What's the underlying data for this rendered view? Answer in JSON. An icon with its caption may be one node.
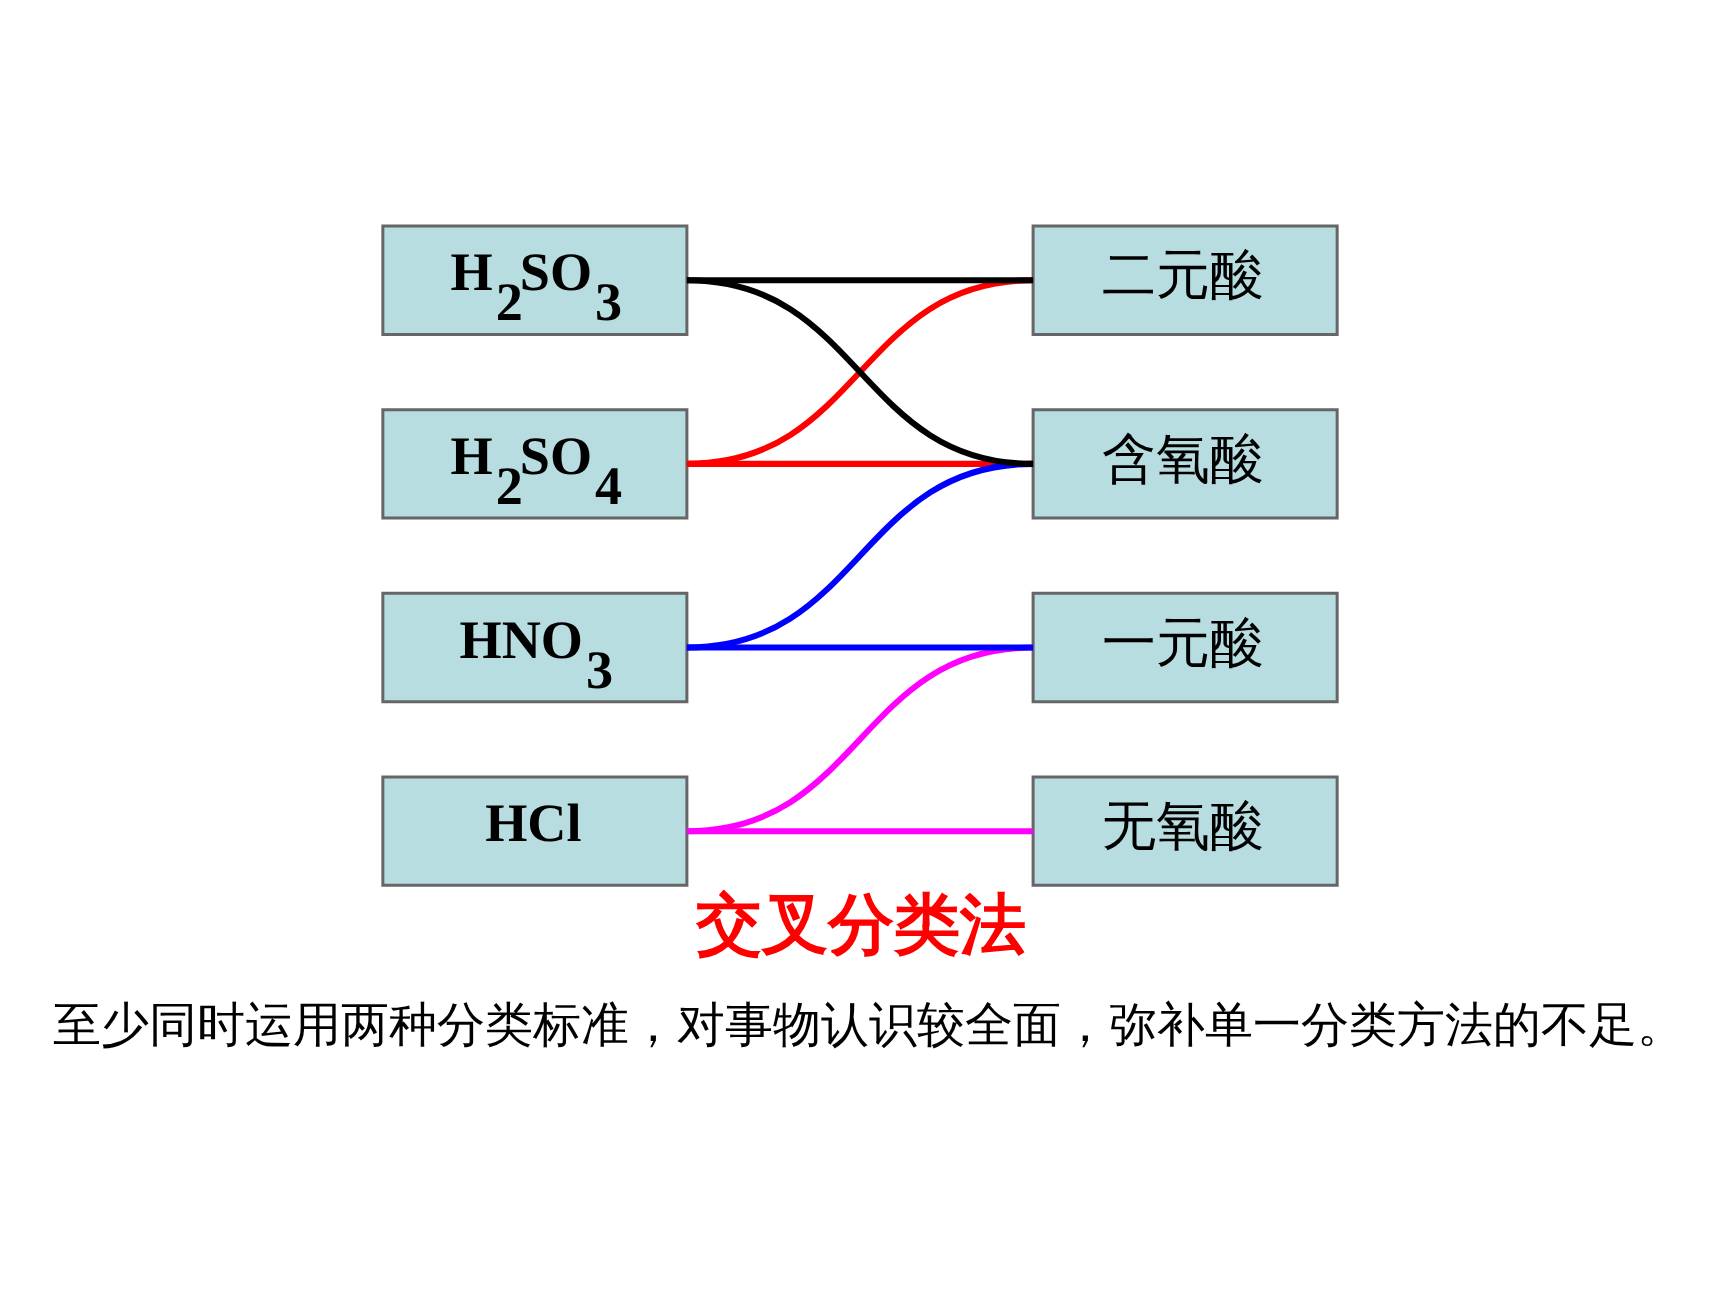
{
  "diagram": {
    "title": "交叉分类法",
    "caption": "至少同时运用两种分类标准，对事物认识较全面，弥补单一分类方法的不足。",
    "nodes": [
      {
        "text": [
          "H$_{2}$SO$_{4}$"
        ]
      },
      {
        "text": [
          "HCl"
        ]
      },
      {
        "text": [
          "HNO$_{3}$"
        ]
      },
      {
        "text": [
          "H$_{2}$SO$_{3}$"
        ]
      },
      {
        "text": [
          "含氧酸"
        ]
      },
      {
        "text": [
          "无氧酸"
        ]
      },
      {
        "text": [
          "一元酸"
        ]
      },
      {
        "text": [
          "二元酸"
        ]
      }
    ],
    "edges": [
      {
        "from": 0,
        "to": 4,
        "arrow": "none",
        "color": "#ff0000"
      },
      {
        "from": 0,
        "to": 7,
        "arrow": "none",
        "color": "#ff0000"
      },
      {
        "from": 1,
        "to": 5,
        "arrow": "none",
        "color": "#ff00ff"
      },
      {
        "from": 1,
        "to": 6,
        "arrow": "none",
        "color": "#ff00ff"
      },
      {
        "from": 2,
        "to": 4,
        "arrow": "none",
        "color": "#0000ff"
      },
      {
        "from": 2,
        "to": 6,
        "arrow": "none",
        "color": "#0000ff"
      },
      {
        "from": 3,
        "to": 4,
        "arrow": "none",
        "color": "#000000"
      },
      {
        "from": 3,
        "to": 7,
        "arrow": "none",
        "color": "#000000"
      }
    ]
  }
}
